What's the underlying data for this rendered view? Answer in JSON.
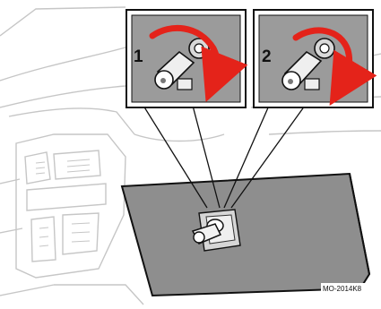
{
  "callouts": [
    {
      "number": "1"
    },
    {
      "number": "2"
    }
  ],
  "figure_code": "MO-2014K8",
  "colors": {
    "arrow": "#e4231a",
    "panel_fill": "#9b9b9b",
    "glovebox_fill": "#8e8e8e",
    "line": "#111111",
    "sketch": "#c6c6c6"
  },
  "icons": [
    "key-icon",
    "lock-cylinder-icon",
    "rotation-arrow-icon"
  ]
}
